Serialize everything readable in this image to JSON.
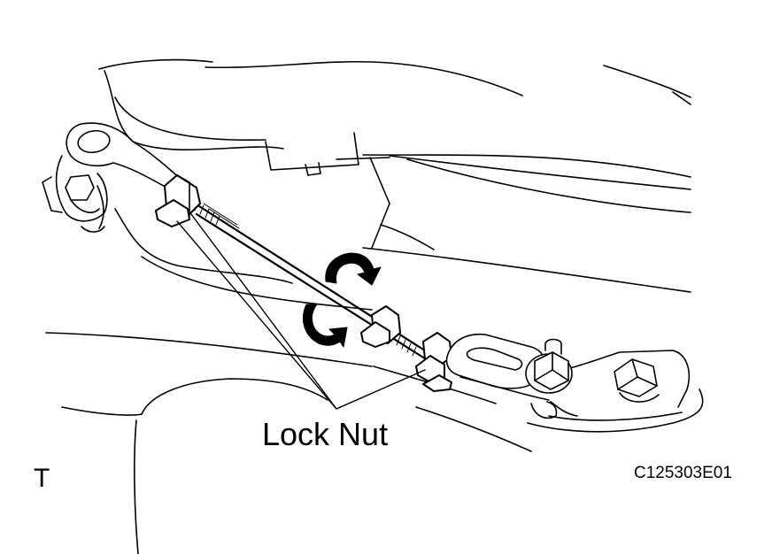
{
  "callout": {
    "label": "Lock Nut"
  },
  "corner_mark": "T",
  "figure_code": "C125303E01",
  "colors": {
    "ink": "#000000",
    "paper": "#ffffff"
  },
  "icons": [
    "rotation-arrows-icon"
  ]
}
